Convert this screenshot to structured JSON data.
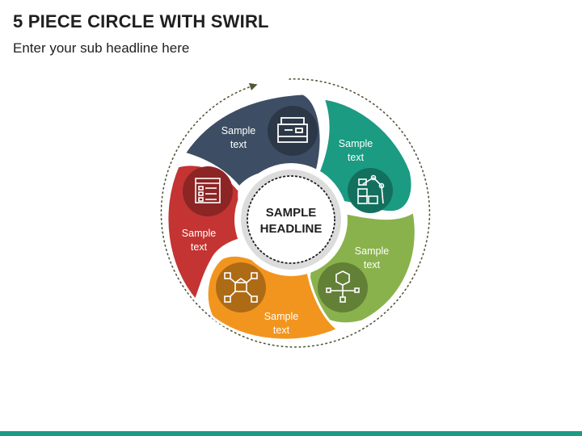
{
  "title": "5 PIECE CIRCLE WITH SWIRL",
  "subtitle": "Enter your sub headline here",
  "center": {
    "line1": "SAMPLE",
    "line2": "HEADLINE"
  },
  "segments": [
    {
      "line1": "Sample",
      "line2": "text",
      "color": "#3d4e64",
      "icon": "printer-icon"
    },
    {
      "line1": "Sample",
      "line2": "text",
      "color": "#1a9b82",
      "icon": "robot-arm-icon"
    },
    {
      "line1": "Sample",
      "line2": "text",
      "color": "#8ab24c",
      "icon": "cube-network-icon"
    },
    {
      "line1": "Sample",
      "line2": "text",
      "color": "#f2951f",
      "icon": "box-network-icon"
    },
    {
      "line1": "Sample",
      "line2": "text",
      "color": "#c33432",
      "icon": "checklist-icon"
    }
  ],
  "colors": {
    "center_fill": "#dcdcdc",
    "accent_bar": "#1a9b82",
    "ring": "#55553a"
  }
}
